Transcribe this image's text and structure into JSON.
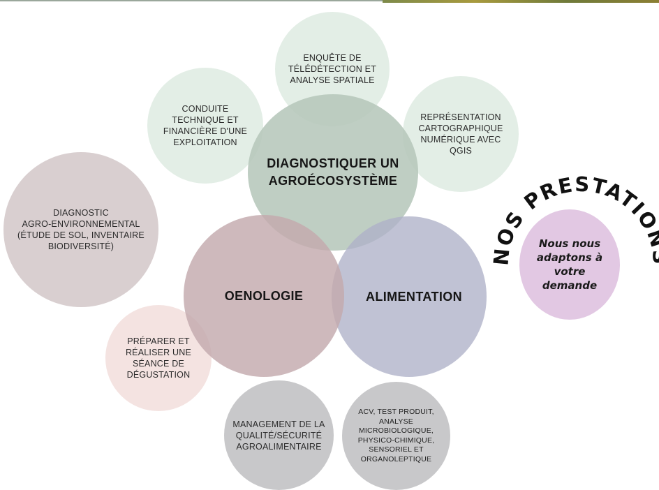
{
  "center": {
    "diagnostic": "DIAGNOSTIQUER UN\nAGROÉCOSYSTÈME",
    "oenologie": "OENOLOGIE",
    "alimentation": "ALIMENTATION"
  },
  "satellites": {
    "teledetection": "ENQUÊTE DE\nTÉLÉDÉTECTION ET\nANALYSE SPATIALE",
    "conduite": "CONDUITE\nTECHNIQUE ET\nFINANCIÈRE D'UNE\nEXPLOITATION",
    "qgis": "REPRÉSENTATION\nCARTOGRAPHIQUE\nNUMÉRIQUE AVEC\nQGIS",
    "agro_env": "DIAGNOSTIC\nAGRO-ENVIRONNEMENTAL\n(ÉTUDE DE SOL, INVENTAIRE\nBIODIVERSITÉ)",
    "degustation": "PRÉPARER ET\nRÉALISER UNE\nSÉANCE DE\nDÉGUSTATION",
    "qualite": "MANAGEMENT DE LA\nQUALITÉ/SÉCURITÉ\nAGROALIMENTAIRE",
    "acv": "ACV, TEST PRODUIT,\nANALYSE\nMICROBIOLOGIQUE,\nPHYSICO-CHIMIQUE,\nSENSORIEL ET\nORGANOLEPTIQUE"
  },
  "prestations": {
    "heading": "NOS PRESTATIONS",
    "note": "Nous nous\nadaptons à\nvotre\ndemande"
  },
  "colors": {
    "sage_light": "#e3eee6",
    "sage_mid": "#b6c7bb",
    "mauve": "#c3a9ad",
    "slate": "#aeb1c8",
    "grey_mauve": "#d9cfd0",
    "blush": "#f4e3e1",
    "grey": "#c8c8ca",
    "lilac": "#e2c8e3"
  }
}
